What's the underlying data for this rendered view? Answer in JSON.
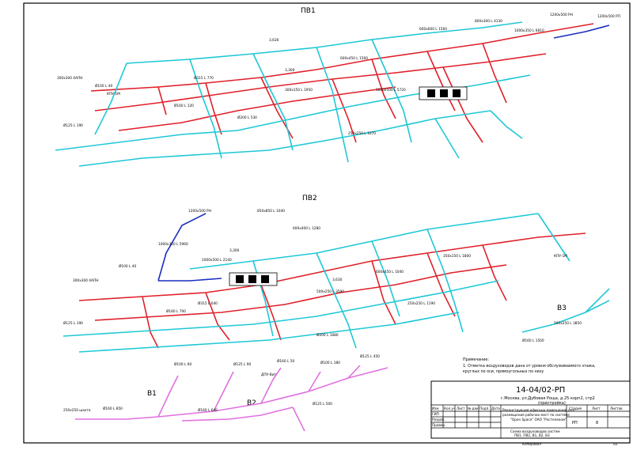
{
  "drawing": {
    "systems": [
      "ПВ1",
      "ПВ2",
      "В1",
      "В2",
      "В3"
    ],
    "labels_pv1": [
      "1200x500 РН",
      "1200x500 РП",
      "1000x350 L 6810",
      "800x300 L 4130",
      "600x600 L 1560",
      "3,630",
      "3,300",
      "300x300 4АПН",
      "Ø100 L 40",
      "Ø125 L 190",
      "Ø160 L 120",
      "Ø200 L 530",
      "300x150 L 1950",
      "КПУ-1М",
      "600x450 L 1560",
      "250x250 L 1070",
      "1000x500 L 5720",
      "Ø315 L 770"
    ],
    "labels_pv2": [
      "1200x500 РН",
      "850x850 L 1040",
      "1000x350 L 5960",
      "1000x500 L 2140",
      "600x400 L 1280",
      "3,300",
      "3,630",
      "300x300 4АПН",
      "Ø100 L 40",
      "Ø125 L 190",
      "Ø160 L 700",
      "Ø200 L 1680",
      "250x250 L 1190",
      "КПУ-1М",
      "500x250 L 3590",
      "600x450 L 1040",
      "350x150 L 1800",
      "Ø315 L 640"
    ],
    "labels_b": [
      "250x250 шахта",
      "Ø160 L 850",
      "Ø100 L 60",
      "Ø125 L 90",
      "Ø160 L 50",
      "ДПУ-Вит",
      "Ø100 L 180",
      "Ø125 L 450",
      "500x250 L 3850",
      "Ø160 L 640",
      "Ø125 L 500",
      "Ø160 L 1500"
    ]
  },
  "notes": {
    "heading": "Примечание:",
    "line1": "1. Отметка воздуховодов дана от уровня обслуживаемого этажа,",
    "line2": "круглых по оси, прямоугольных по низу"
  },
  "title_block": {
    "code": "14-04/02-РП",
    "address_line1": "г.Москва, ул.Дубовая Роща, д.25 корп2, стр2",
    "address_line2": "(пристройка)",
    "desc_line1": "Реконструкция офисных помещений для",
    "desc_line2": "размещения рабочих мест по системе",
    "desc_line3": "\"Open Space\" ОАО \"Ростелеком\"",
    "sheet_title_line1": "Схема воздуховодов систем",
    "sheet_title_line2": "ПВ1, ПВ2, В1, В2, В3",
    "col_headers": [
      "Изм",
      "Кол.уч",
      "Лист",
      "№ док",
      "Подп.",
      "Дата"
    ],
    "row_labels": [
      "ГИП",
      "Разраб.",
      "Провер."
    ],
    "stage_header": "Стадия",
    "sheet_header": "Лист",
    "sheets_header": "Листов",
    "stage": "РП",
    "sheet_no": "8",
    "copied": "Копировал",
    "format": "А2"
  }
}
